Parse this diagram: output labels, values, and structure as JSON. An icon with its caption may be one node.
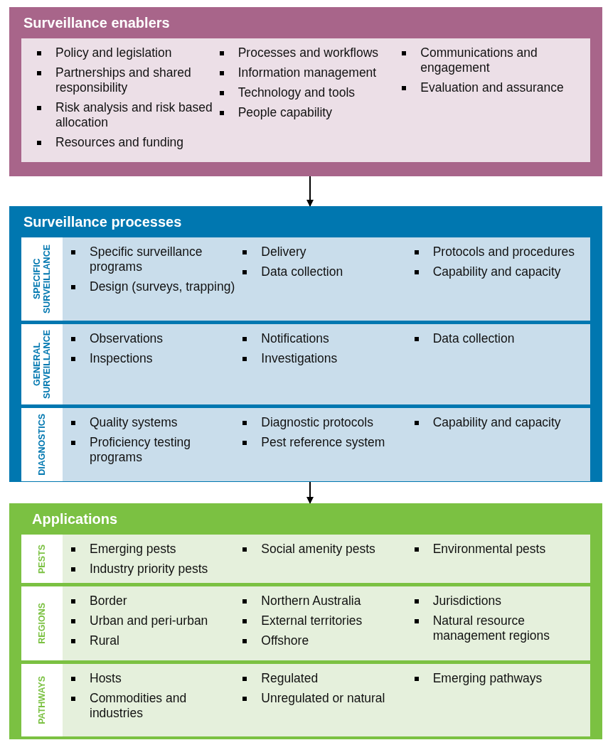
{
  "diagram": {
    "nodes": [
      {
        "text": [
          "Surveillance enablers"
        ]
      },
      {
        "text": [
          "Policy and legislation",
          "Partnerships and shared responsibility",
          "Risk analysis and risk based allocation",
          "Resources and funding",
          "Processes and workflows",
          "Information management",
          "Technology and tools",
          "People capability",
          "Communications and engagement",
          "Evaluation and assurance"
        ],
        "in": 0
      },
      {
        "text": [
          "Surveillance processes"
        ]
      },
      {
        "text": [
          "SPECIFIC SURVEILLANCE",
          "Specific surveillance programs",
          "Design (surveys, trapping)",
          "Delivery",
          "Data collection",
          "Protocols and procedures",
          "Capability and capacity"
        ],
        "in": 2
      },
      {
        "text": [
          "GENERAL SURVEILLANCE",
          "Observations",
          "Inspections",
          "Notifications",
          "Investigations",
          "Data collection"
        ],
        "in": 2
      },
      {
        "text": [
          "DIAGNOSTICS",
          "Quality systems",
          "Proficiency testing programs",
          "Diagnostic protocols",
          "Pest reference system",
          "Capability and capacity"
        ],
        "in": 2
      },
      {
        "text": [
          "Applications"
        ]
      },
      {
        "text": [
          "PESTS",
          "Emerging pests",
          "Industry priority pests",
          "Social amenity pests",
          "Environmental pests"
        ],
        "in": 6
      },
      {
        "text": [
          "REGIONS",
          "Border",
          "Urban and peri-urban",
          "Rural",
          "Northern Australia",
          "External territories",
          "Offshore",
          "Jurisdictions",
          "Natural resource management regions"
        ],
        "in": 6
      },
      {
        "text": [
          "PATHWAYS",
          "Hosts",
          "Commodities and industries",
          "Regulated",
          "Unregulated or natural",
          "Emerging pathways"
        ],
        "in": 6
      }
    ],
    "edges": [
      {
        "from": 0,
        "to": 2,
        "arrow": "to"
      },
      {
        "from": 2,
        "to": 6,
        "arrow": "to"
      }
    ]
  }
}
